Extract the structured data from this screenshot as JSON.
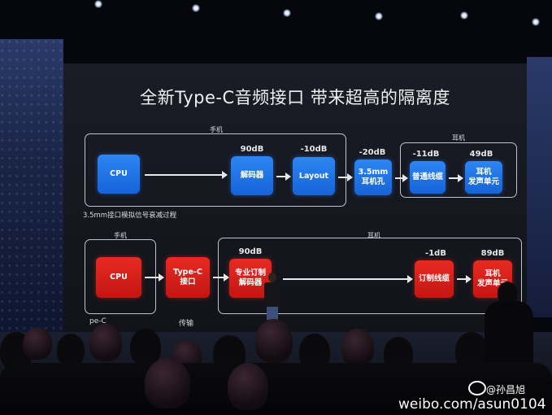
{
  "slide": {
    "title": "全新Type-C音频接口 带来超高的隔离度",
    "analog": {
      "group_phone_label": "手机",
      "group_earphone_label": "耳机",
      "caption": "3.5mm接口模拟信号衰减过程",
      "nodes": [
        {
          "label": "CPU",
          "db": ""
        },
        {
          "label": "解码器",
          "db": "90dB"
        },
        {
          "label": "Layout",
          "db": "-10dB"
        },
        {
          "label": "3.5mm\n耳机孔",
          "db": "-20dB"
        },
        {
          "label": "普通线缆",
          "db": "-11dB"
        },
        {
          "label": "耳机\n发声单元",
          "db": "49dB"
        }
      ]
    },
    "digital": {
      "group_phone_label": "手机",
      "group_earphone_label": "耳机",
      "caption": "pe-C",
      "caption_tail": "传输",
      "nodes": [
        {
          "label": "CPU",
          "db": ""
        },
        {
          "label": "Type-C\n接口",
          "db": ""
        },
        {
          "label": "专业订制\n解码器",
          "db": "90dB"
        },
        {
          "label": "订制线缆",
          "db": "-1dB"
        },
        {
          "label": "耳机\n发声单元",
          "db": "89dB"
        }
      ]
    }
  },
  "watermark": {
    "url": "weibo.com/asun0104",
    "name": "@孙昌旭"
  },
  "colors": {
    "analog_box": "#1f6fe5",
    "digital_box": "#d8201a",
    "screen_bg": "#15171e"
  }
}
